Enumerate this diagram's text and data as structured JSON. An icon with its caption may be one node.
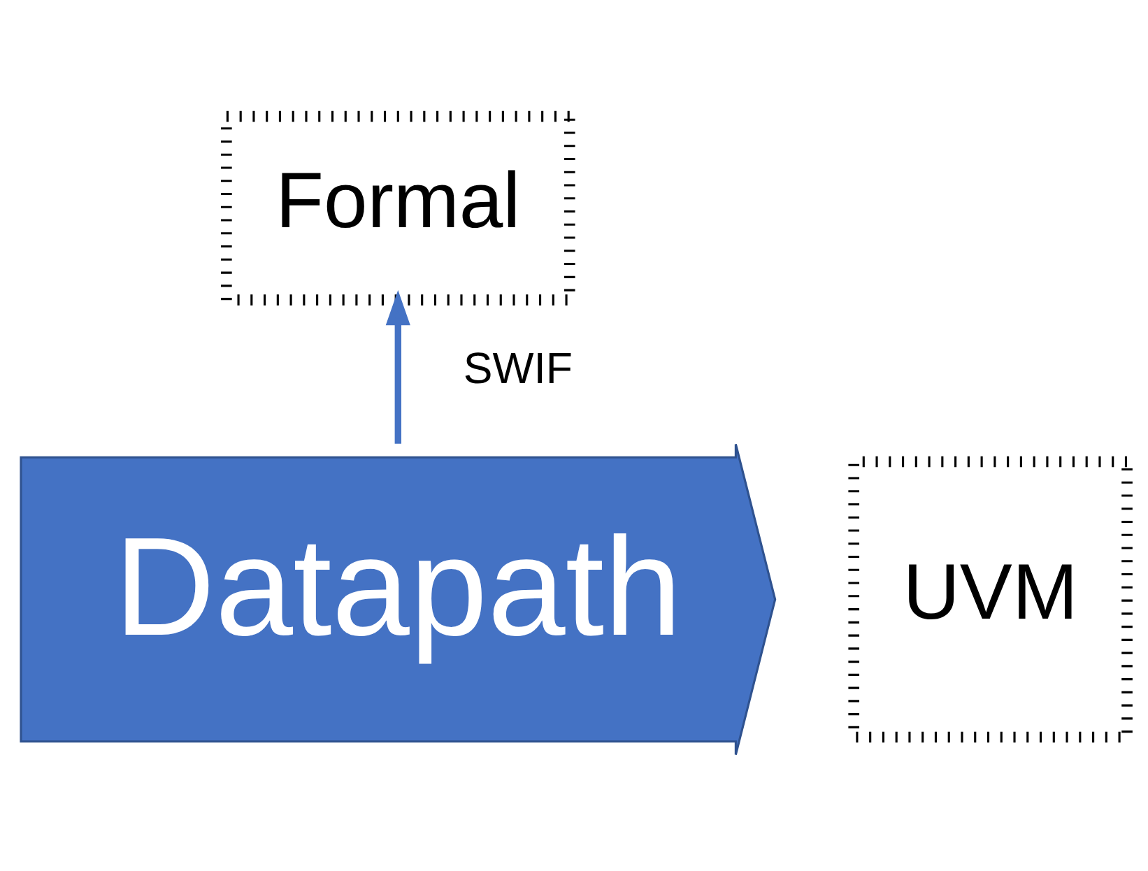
{
  "diagram": {
    "nodes": [
      {
        "text": [
          "Formal"
        ]
      },
      {
        "text": [
          "Datapath"
        ]
      },
      {
        "text": [
          "UVM"
        ]
      }
    ],
    "edges": [
      {
        "from": 1,
        "to": 0,
        "arrow": "to",
        "label": "SWIF",
        "color": "#4472c4"
      }
    ]
  }
}
